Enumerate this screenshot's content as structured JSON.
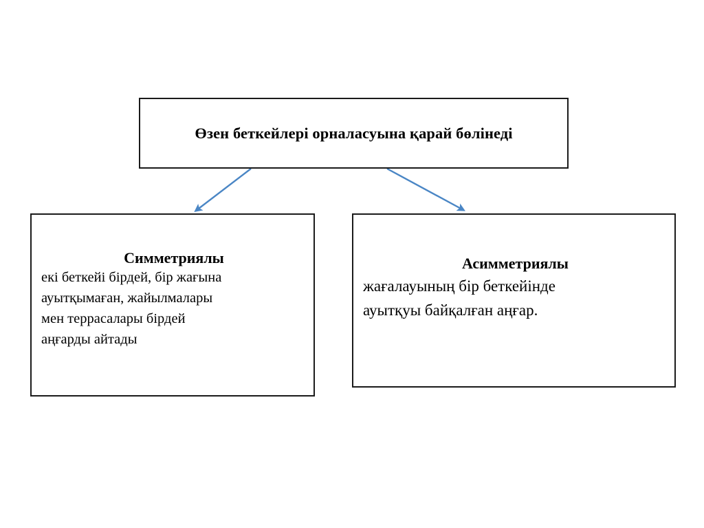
{
  "diagram": {
    "language": "kk",
    "background_color": "#ffffff",
    "box_border_color": "#1a1a1a",
    "connector_color": "#4a86c5",
    "root": {
      "title": "Өзен беткейлері орналасуына қарай бөлінеді"
    },
    "children": [
      {
        "id": "symmetrical",
        "heading": "Симметриялы",
        "body_lines": [
          "екі беткейі бірдей, бір жағына",
          "ауытқымаған, жайылмалары",
          "мен террасалары бірдей",
          "аңғарды айтады"
        ]
      },
      {
        "id": "asymmetrical",
        "heading": "Асимметриялы",
        "body_lines": [
          "жағалауының бір беткейінде",
          "ауытқуы байқалған аңғар."
        ]
      }
    ],
    "connectors": [
      {
        "id": "root-to-symmetrical",
        "from": "root",
        "to": "symmetrical"
      },
      {
        "id": "root-to-asymmetrical",
        "from": "root",
        "to": "asymmetrical"
      }
    ]
  }
}
